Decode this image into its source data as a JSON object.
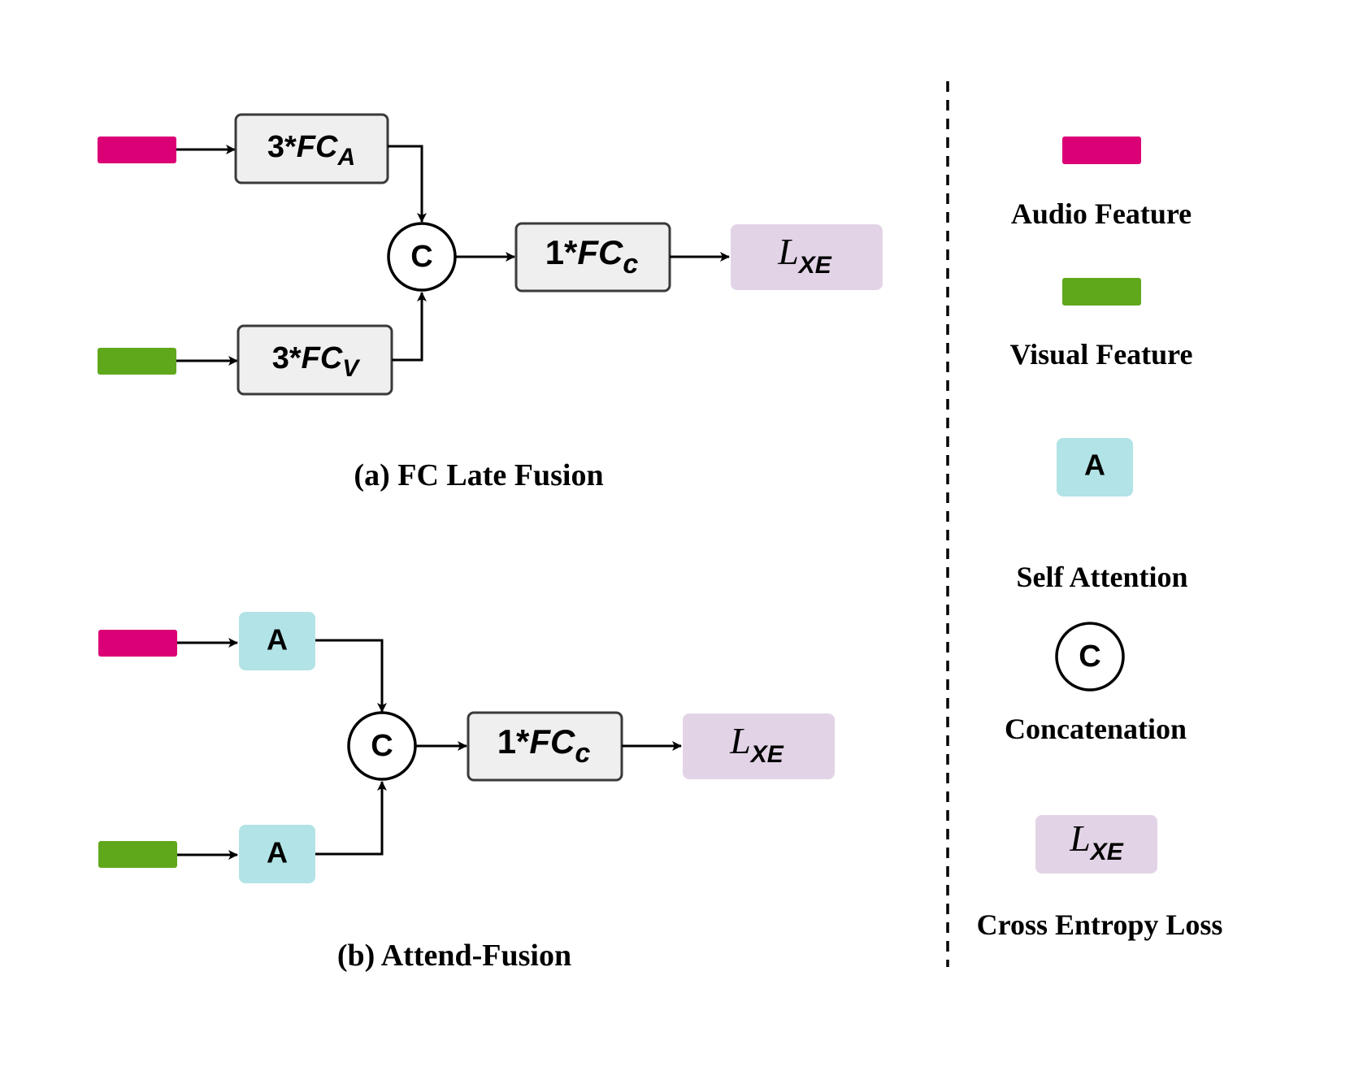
{
  "colors": {
    "audio": "#db0075",
    "visual": "#5fa81c",
    "attention": "#b2e3e6",
    "loss": "#e2d4e6",
    "fc_box": "#efefef",
    "stroke": "#000000"
  },
  "icons": {
    "concat": "circle-c-icon",
    "arrow": "arrowhead-icon"
  },
  "panel_a": {
    "caption": "(a) FC Late Fusion",
    "fc_audio": {
      "prefix": "3*",
      "base": "FC",
      "sub": "A"
    },
    "fc_visual": {
      "prefix": "3*",
      "base": "FC",
      "sub": "V"
    },
    "concat": "C",
    "fc_concat": {
      "prefix": "1*",
      "base": "FC",
      "sub": "c"
    },
    "loss": {
      "base": "L",
      "sub": "XE"
    }
  },
  "panel_b": {
    "caption": "(b) Attend-Fusion",
    "attn_audio": "A",
    "attn_visual": "A",
    "concat": "C",
    "fc_concat": {
      "prefix": "1*",
      "base": "FC",
      "sub": "c"
    },
    "loss": {
      "base": "L",
      "sub": "XE"
    }
  },
  "legend": {
    "audio_label": "Audio Feature",
    "visual_label": "Visual Feature",
    "attention_symbol": "A",
    "attention_label": "Self Attention",
    "concat_symbol": "C",
    "concat_label": "Concatenation",
    "loss": {
      "base": "L",
      "sub": "XE"
    },
    "loss_label": "Cross Entropy Loss"
  }
}
